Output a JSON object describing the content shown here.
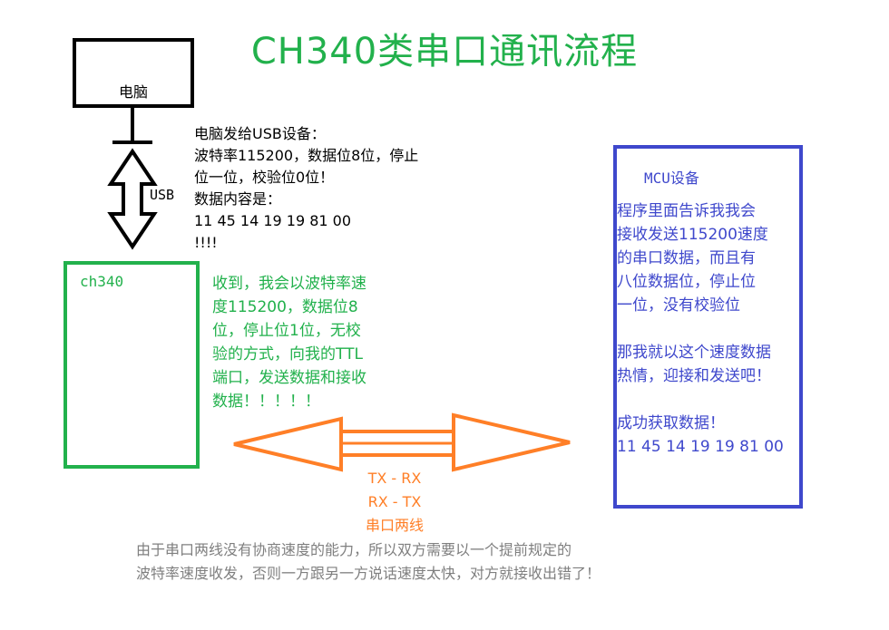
{
  "title": "CH340类串口通讯流程",
  "pc": {
    "label": "电脑"
  },
  "usb_label": "USB",
  "pc_message": [
    "电脑发给USB设备：",
    "波特率115200，数据位8位，停止",
    "位一位，校验位0位！",
    "数据内容是：",
    "11 45 14 19 19 81 00",
    "!!!!"
  ],
  "ch340": {
    "label": "ch340",
    "message": [
      "收到，我会以波特率速",
      "度115200，数据位8",
      "位，停止位1位，无校",
      "验的方式，向我的TTL",
      "端口，发送数据和接收",
      "数据！！！！！"
    ]
  },
  "mcu": {
    "title": "MCU设备",
    "message": [
      "程序里面告诉我我会",
      "接收发送115200速度",
      "的串口数据，而且有",
      "八位数据位，停止位",
      "一位，没有校验位",
      "",
      "那我就以这个速度数据",
      "热情，迎接和发送吧！",
      "",
      "成功获取数据！",
      "11 45 14 19 19 81 00"
    ]
  },
  "serial_wires": [
    "TX - RX",
    "RX - TX",
    "串口两线"
  ],
  "footer_note": [
    "由于串口两线没有协商速度的能力，所以双方需要以一个提前规定的",
    "波特率速度收发，否则一方跟另一方说话速度太快，对方就接收出错了！"
  ],
  "colors": {
    "green": "#22b14c",
    "blue": "#3f48cc",
    "orange": "#ff7f27",
    "gray": "#7f7f7f",
    "black": "#000000"
  }
}
